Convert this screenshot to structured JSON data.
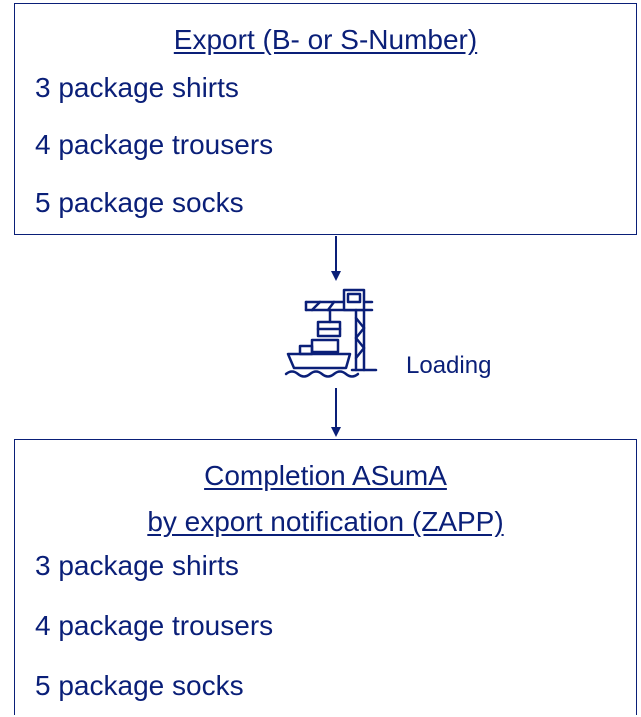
{
  "export_box": {
    "title": "Export (B- or S-Number)",
    "items": [
      "3 package shirts",
      "4 package trousers",
      "5 package socks"
    ]
  },
  "transition": {
    "icon": "ship-crane-icon",
    "label": "Loading"
  },
  "completion_box": {
    "title_line_1": "Completion ASumA",
    "title_line_2": "by export notification (ZAPP)",
    "items": [
      "3 package shirts",
      "4 package trousers",
      "5 package socks"
    ]
  },
  "colors": {
    "primary": "#0a1f78",
    "background": "#ffffff"
  }
}
